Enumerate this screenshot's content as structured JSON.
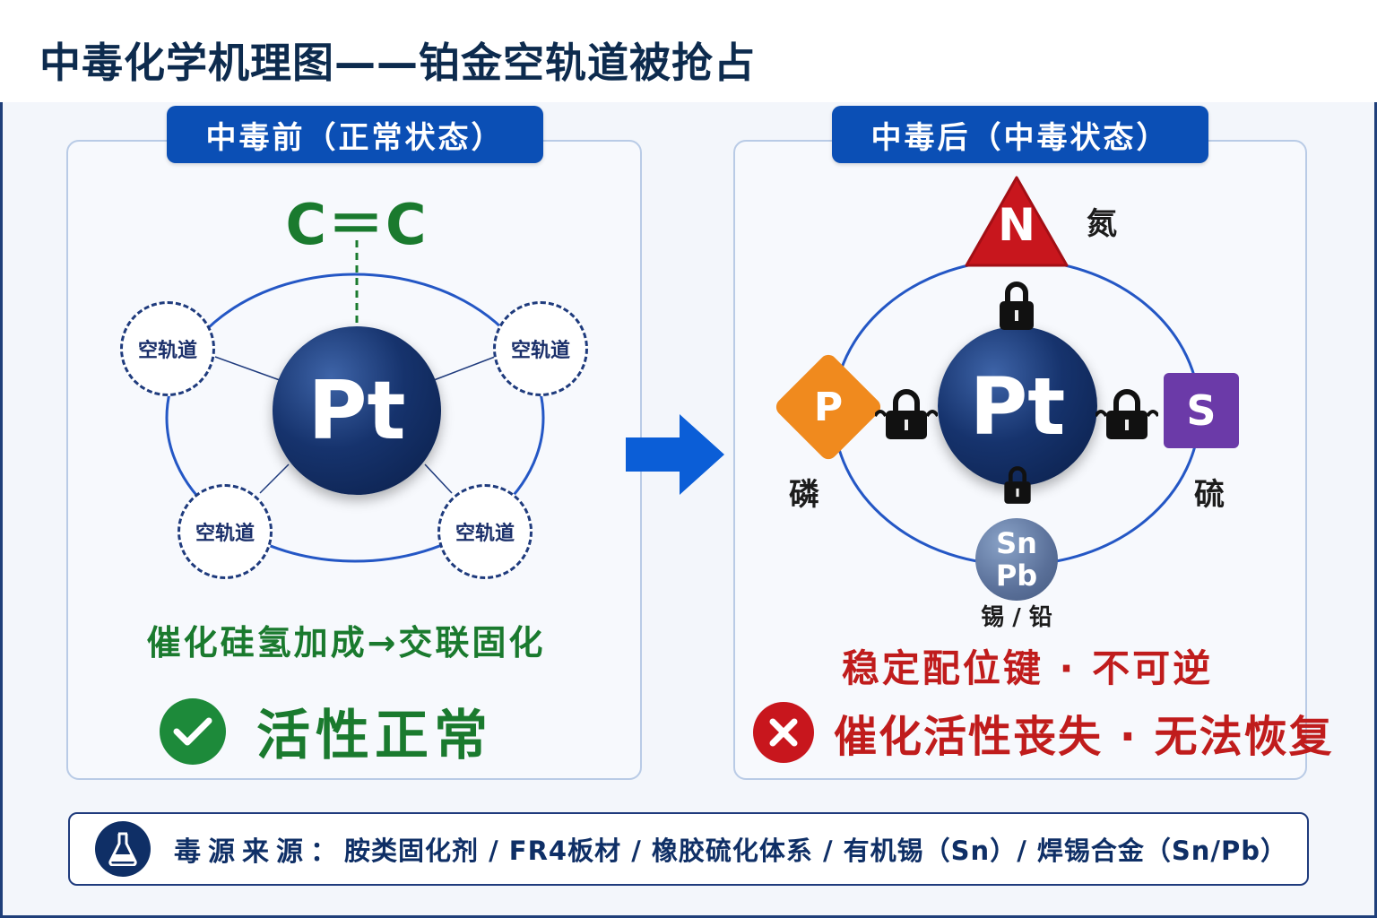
{
  "title": "中毒化学机理图——铂金空轨道被抢占",
  "left_panel": {
    "header": "中毒前（正常状态）",
    "ligand": "C＝C",
    "center_atom": "Pt",
    "orbital_label": "空轨道",
    "caption": "催化硅氢加成→交联固化",
    "status": "活性正常",
    "status_icon": "check-icon",
    "accent_color": "#1a7a2e"
  },
  "right_panel": {
    "header": "中毒后（中毒状态）",
    "center_atom": "Pt",
    "poisons": {
      "n": {
        "symbol": "N",
        "label": "氮",
        "color": "#c8161d"
      },
      "p": {
        "symbol": "P",
        "label": "磷",
        "color": "#f08a1e"
      },
      "s": {
        "symbol": "S",
        "label": "硫",
        "color": "#6b3aa8"
      },
      "snpb": {
        "symbol_top": "Sn",
        "symbol_bottom": "Pb",
        "label": "锡 / 铅",
        "color": "#5a7099"
      }
    },
    "lock_icon": "lock-icon",
    "caption": "稳定配位键 · 不可逆",
    "status": "催化活性丧失 · 无法恢复",
    "status_icon": "cross-icon",
    "accent_color": "#c01c1c"
  },
  "footer": {
    "icon": "flask-icon",
    "label": "毒源来源：",
    "sources": "胺类固化剂 / FR4板材 / 橡胶硫化体系 / 有机锡（Sn）/ 焊锡合金（Sn/Pb）"
  },
  "colors": {
    "header_blue": "#0b4fb5",
    "pt_navy": "#16336d",
    "orbit_blue": "#2457c5"
  }
}
